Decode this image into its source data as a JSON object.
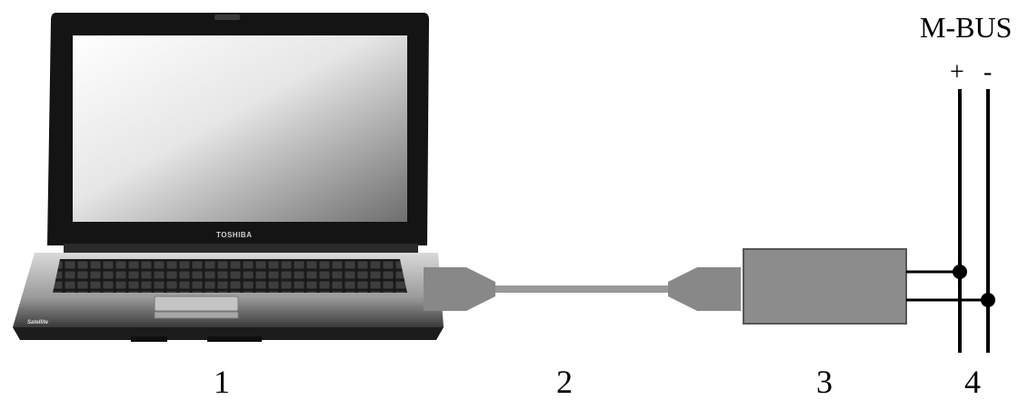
{
  "diagram": {
    "bus": {
      "title": "M-BUS",
      "plus": "+",
      "minus": "-"
    },
    "laptop": {
      "brand": "TOSHIBA",
      "model": "Satellite"
    },
    "labels": [
      "1",
      "2",
      "3",
      "4"
    ],
    "colors": {
      "cable": "#999999",
      "connector": "#888888",
      "converter": "#8c8c8c",
      "wire": "#000000"
    }
  }
}
